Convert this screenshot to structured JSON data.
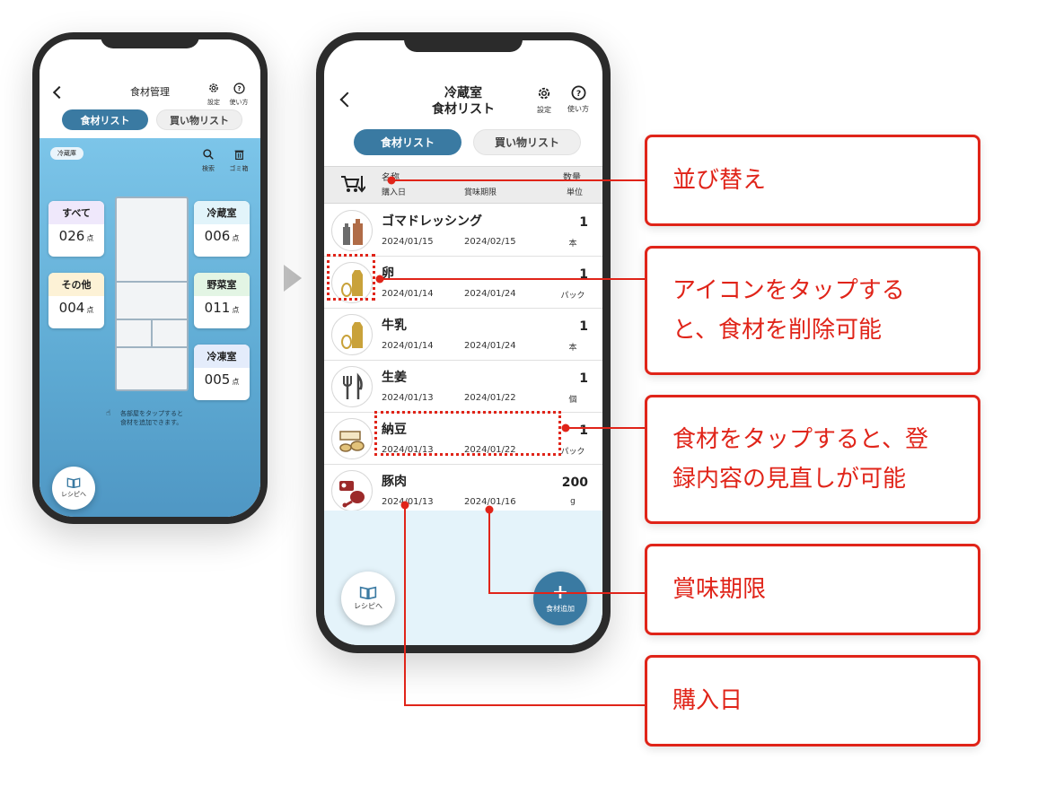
{
  "phone1": {
    "title": "食材管理",
    "settings_label": "設定",
    "help_label": "使い方",
    "tabs": {
      "food_list": "食材リスト",
      "shopping_list": "買い物リスト"
    },
    "fridge_label": "冷蔵庫",
    "search_label": "検索",
    "trash_label": "ゴミ箱",
    "rooms": [
      {
        "name": "すべて",
        "count": "026",
        "unit": "点",
        "color": "#efe8fb"
      },
      {
        "name": "その他",
        "count": "004",
        "unit": "点",
        "color": "#fdf2d6"
      },
      {
        "name": "冷蔵室",
        "count": "006",
        "unit": "点",
        "color": "#e2f4fa"
      },
      {
        "name": "野菜室",
        "count": "011",
        "unit": "点",
        "color": "#e3f5e4"
      },
      {
        "name": "冷凍室",
        "count": "005",
        "unit": "点",
        "color": "#e4ecfb"
      }
    ],
    "hint_line1": "各部屋をタップすると",
    "hint_line2": "食材を追加できます。",
    "recipe_label": "レシピへ"
  },
  "phone2": {
    "title_line1": "冷蔵室",
    "title_line2": "食材リスト",
    "settings_label": "設定",
    "help_label": "使い方",
    "tabs": {
      "food_list": "食材リスト",
      "shopping_list": "買い物リスト"
    },
    "header": {
      "name": "名称",
      "purchase_date": "購入日",
      "expiry": "賞味期限",
      "quantity": "数量",
      "unit": "単位"
    },
    "items": [
      {
        "icon": "seasoning-icon",
        "name": "ゴマドレッシング",
        "purchased": "2024/01/15",
        "expiry": "2024/02/15",
        "qty": "1",
        "unit": "本"
      },
      {
        "icon": "egg-milk-icon",
        "name": "卵",
        "purchased": "2024/01/14",
        "expiry": "2024/01/24",
        "qty": "1",
        "unit": "パック"
      },
      {
        "icon": "egg-milk-icon",
        "name": "牛乳",
        "purchased": "2024/01/14",
        "expiry": "2024/01/24",
        "qty": "1",
        "unit": "本"
      },
      {
        "icon": "fork-knife-icon",
        "name": "生姜",
        "purchased": "2024/01/13",
        "expiry": "2024/01/22",
        "qty": "1",
        "unit": "個"
      },
      {
        "icon": "bean-icon",
        "name": "納豆",
        "purchased": "2024/01/13",
        "expiry": "2024/01/22",
        "qty": "1",
        "unit": "パック"
      },
      {
        "icon": "meat-icon",
        "name": "豚肉",
        "purchased": "2024/01/13",
        "expiry": "2024/01/16",
        "qty": "200",
        "unit": "g"
      }
    ],
    "recipe_label": "レシピへ",
    "add_label": "食材追加"
  },
  "callouts": {
    "sort": "並び替え",
    "icon_delete_line1": "アイコンをタップする",
    "icon_delete_line2": "と、食材を削除可能",
    "edit_line1": "食材をタップすると、登",
    "edit_line2": "録内容の見直しが可能",
    "expiry": "賞味期限",
    "purchase_date": "購入日"
  },
  "colors": {
    "accent": "#3a7aa2",
    "callout_red": "#e02419"
  }
}
